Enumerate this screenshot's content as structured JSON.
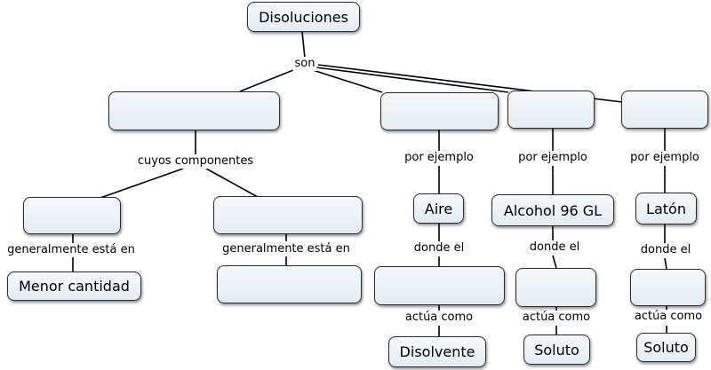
{
  "concept_map": {
    "root": "Disoluciones",
    "root_link": "son",
    "branch_1": {
      "concept": "",
      "link": "cuyos componentes",
      "left_concept": "",
      "left_link": "generalmente está en",
      "left_result": "Menor cantidad",
      "right_concept": "",
      "right_link": "generalmente está en",
      "right_result": ""
    },
    "branch_2": {
      "concept": "",
      "link_example": "por ejemplo",
      "example": "Aire",
      "link_where": "donde el",
      "component": "",
      "link_acts": "actúa como",
      "role": "Disolvente"
    },
    "branch_3": {
      "concept": "",
      "link_example": "por ejemplo",
      "example": "Alcohol 96 GL",
      "link_where": "donde el",
      "component": "",
      "link_acts": "actúa como",
      "role": "Soluto"
    },
    "branch_4": {
      "concept": "",
      "link_example": "por ejemplo",
      "example": "Latón",
      "link_where": "donde el",
      "component": "",
      "link_acts": "actúa como",
      "role": "Soluto"
    }
  }
}
